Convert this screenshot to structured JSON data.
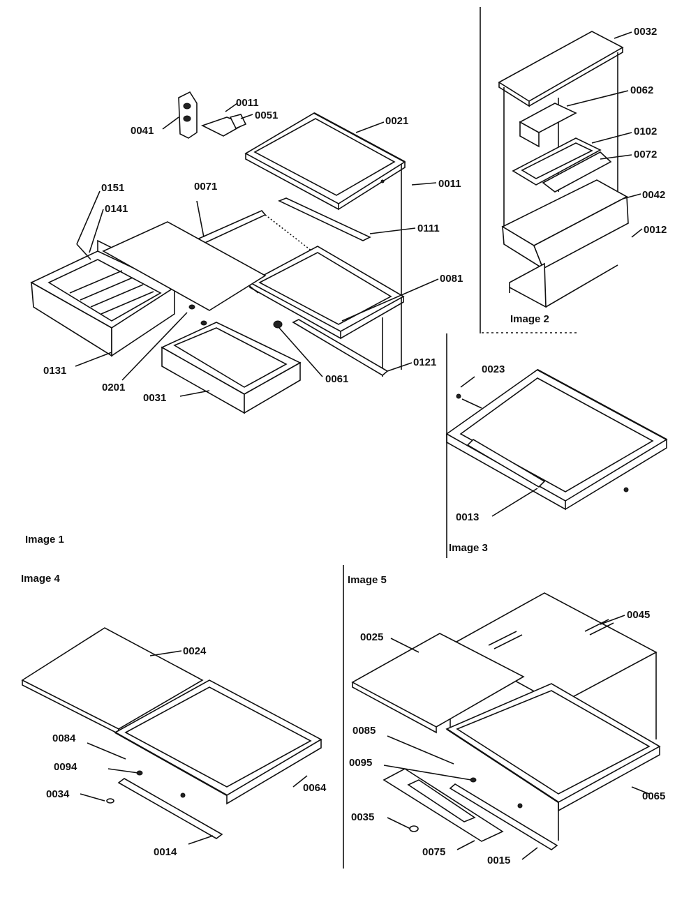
{
  "images": {
    "image1": "Image 1",
    "image2": "Image 2",
    "image3": "Image 3",
    "image4": "Image 4",
    "image5": "Image 5"
  },
  "parts": {
    "p0011a": "0011",
    "p0051": "0051",
    "p0041": "0041",
    "p0021": "0021",
    "p0011b": "0011",
    "p0071": "0071",
    "p0151": "0151",
    "p0141": "0141",
    "p0111": "0111",
    "p0081": "0081",
    "p0131": "0131",
    "p0201": "0201",
    "p0031": "0031",
    "p0061": "0061",
    "p0121": "0121",
    "p0032": "0032",
    "p0062": "0062",
    "p0102": "0102",
    "p0072": "0072",
    "p0042": "0042",
    "p0012": "0012",
    "p0023": "0023",
    "p0013": "0013",
    "p0024": "0024",
    "p0084": "0084",
    "p0094": "0094",
    "p0034": "0034",
    "p0064": "0064",
    "p0014": "0014",
    "p0045": "0045",
    "p0025": "0025",
    "p0085": "0085",
    "p0095": "0095",
    "p0035": "0035",
    "p0075": "0075",
    "p0015": "0015",
    "p0065": "0065"
  }
}
